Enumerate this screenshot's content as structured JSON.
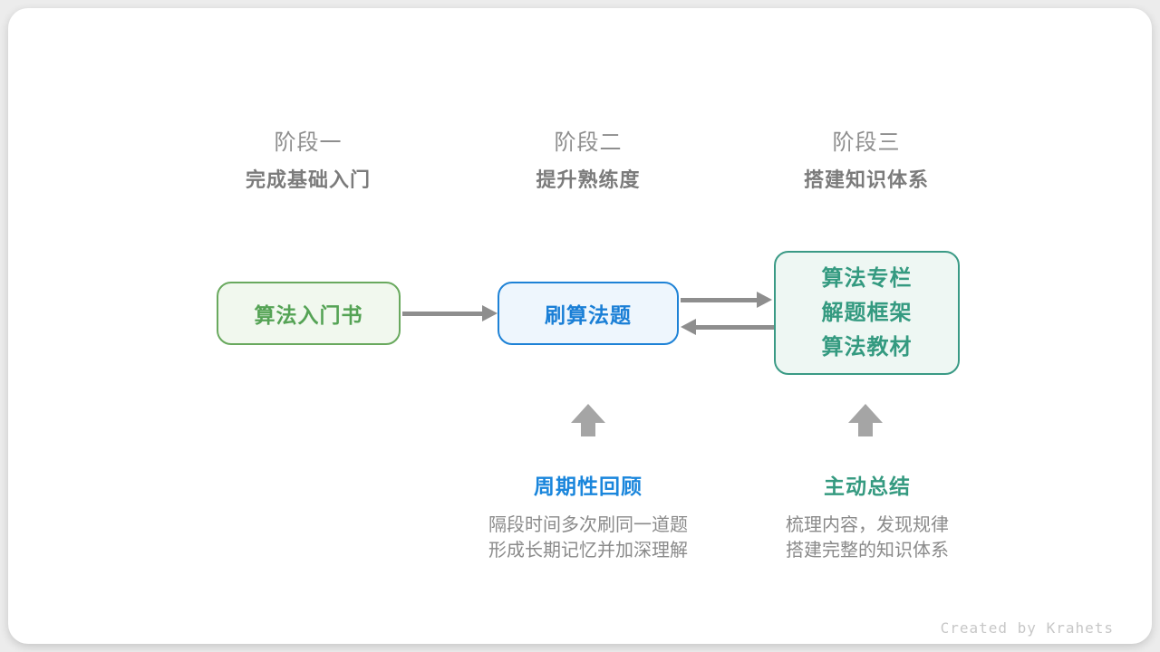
{
  "page": {
    "background_color": "#ececec",
    "card_color": "#ffffff"
  },
  "stages": [
    {
      "label": "阶段一",
      "subtitle": "完成基础入门"
    },
    {
      "label": "阶段二",
      "subtitle": "提升熟练度"
    },
    {
      "label": "阶段三",
      "subtitle": "搭建知识体系"
    }
  ],
  "nodes": [
    {
      "title": "算法入门书",
      "text_color": "#55a355",
      "border_color": "#69a95e",
      "fill_color": "#f1f8ee"
    },
    {
      "title": "刷算法题",
      "text_color": "#1a7fd6",
      "border_color": "#1e82d6",
      "fill_color": "#eef6fd"
    },
    {
      "lines": [
        "算法专栏",
        "解题框架",
        "算法教材"
      ],
      "text_color": "#349a80",
      "border_color": "#3a9a85",
      "fill_color": "#eef7f3"
    }
  ],
  "arrows": {
    "color": "#8e8e8e",
    "up_arrow_color": "#a5a5a5"
  },
  "annotations": [
    {
      "title": "周期性回顾",
      "title_color": "#1a86dc",
      "lines": [
        "隔段时间多次刷同一道题",
        "形成长期记忆并加深理解"
      ]
    },
    {
      "title": "主动总结",
      "title_color": "#359a80",
      "lines": [
        "梳理内容，发现规律",
        "搭建完整的知识体系"
      ]
    }
  ],
  "credit": "Created by Krahets"
}
